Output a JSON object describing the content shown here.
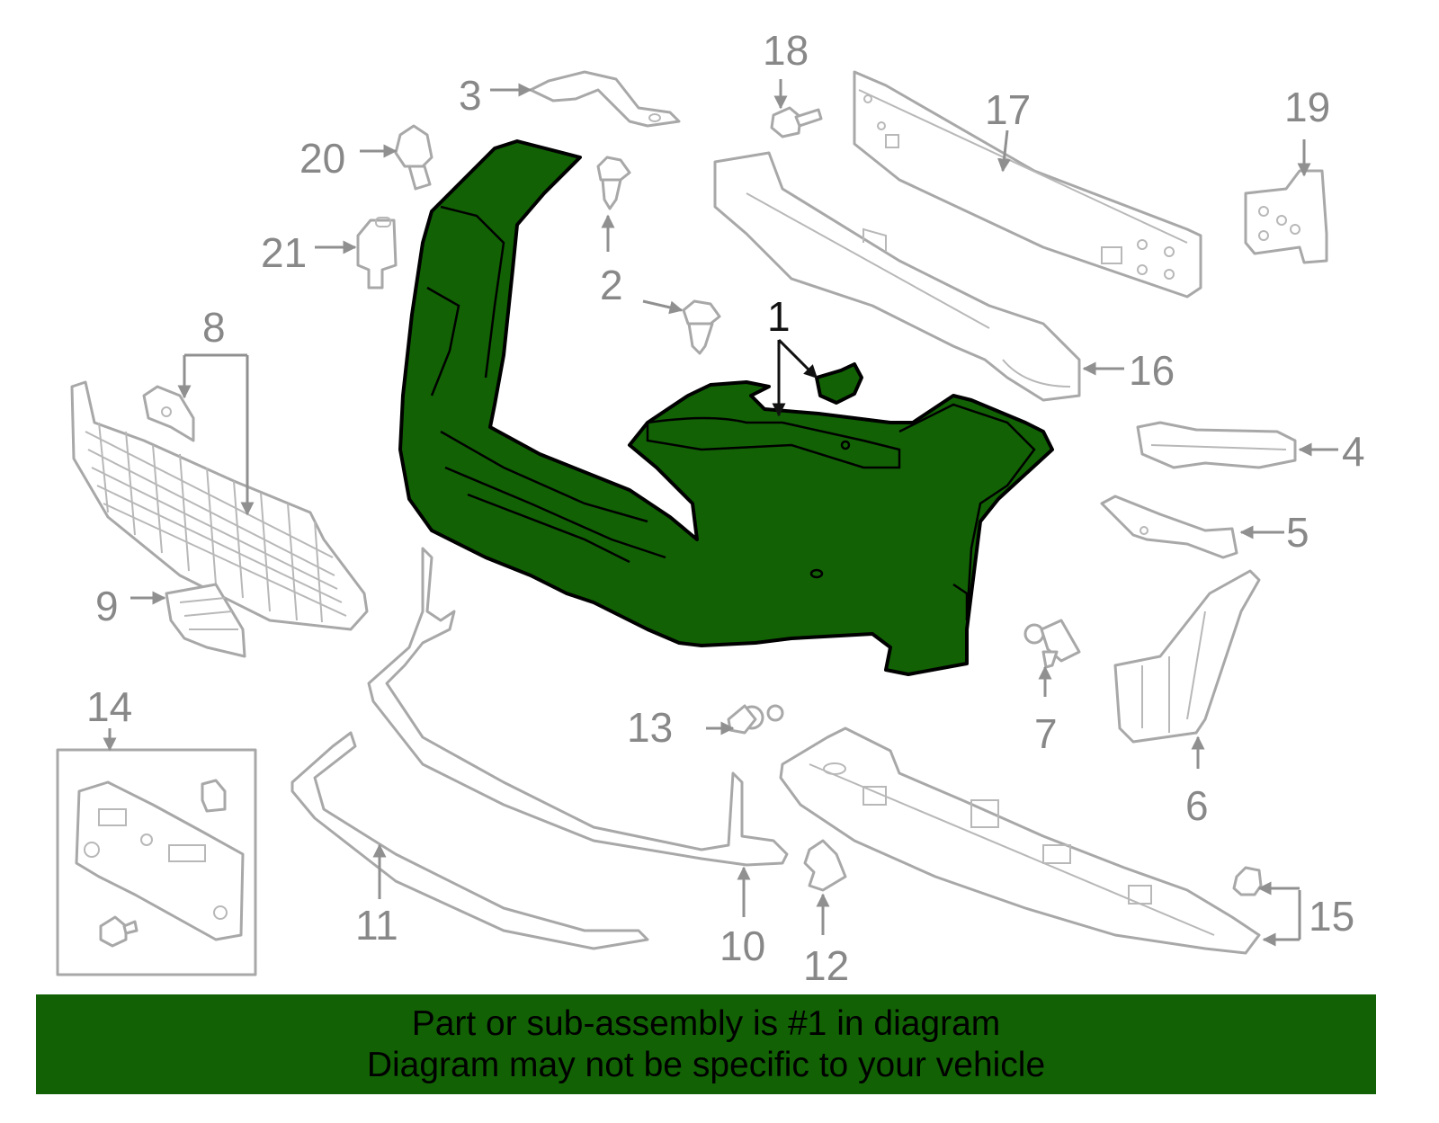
{
  "callouts": {
    "c1": "1",
    "c2": "2",
    "c3": "3",
    "c4": "4",
    "c5": "5",
    "c6": "6",
    "c7": "7",
    "c8": "8",
    "c9": "9",
    "c10": "10",
    "c11": "11",
    "c12": "12",
    "c13": "13",
    "c14": "14",
    "c15": "15",
    "c16": "16",
    "c17": "17",
    "c18": "18",
    "c19": "19",
    "c20": "20",
    "c21": "21"
  },
  "banner": {
    "line1": "Part or sub-assembly is #1 in diagram",
    "line2": "Diagram may not be specific to your vehicle"
  },
  "colors": {
    "highlight": "#126205",
    "outline": "#a8a8a8",
    "label": "#888888"
  }
}
